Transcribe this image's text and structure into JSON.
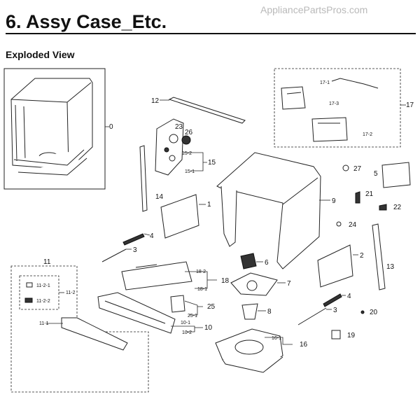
{
  "watermark": "AppliancePartsPros.com",
  "title": "6.  Assy Case_Etc.",
  "subtitle": "Exploded View",
  "labels": {
    "p0": "0",
    "p1": "1",
    "p2": "2",
    "p3a": "3",
    "p3b": "3",
    "p4a": "4",
    "p4b": "4",
    "p5": "5",
    "p6": "6",
    "p7": "7",
    "p8": "8",
    "p9": "9",
    "p10": "10",
    "p10_1": "10-1",
    "p10_2": "10-2",
    "p11": "11",
    "p11_1": "11-1",
    "p11_2": "11-2",
    "p11_2_1": "11-2-1",
    "p11_2_2": "11-2-2",
    "p12": "12",
    "p13": "13",
    "p14": "14",
    "p15": "15",
    "p15_1": "15-1",
    "p15_2": "15-2",
    "p16": "16",
    "p16_1": "16-1",
    "p17": "17",
    "p17_1": "17-1",
    "p17_2": "17-2",
    "p17_3": "17-3",
    "p18": "18",
    "p18_1": "18-1",
    "p18_2": "18-2",
    "p19": "19",
    "p20": "20",
    "p21": "21",
    "p22": "22",
    "p23": "23",
    "p24": "24",
    "p25": "25",
    "p25_1": "25-1",
    "p26": "26",
    "p27": "27"
  }
}
